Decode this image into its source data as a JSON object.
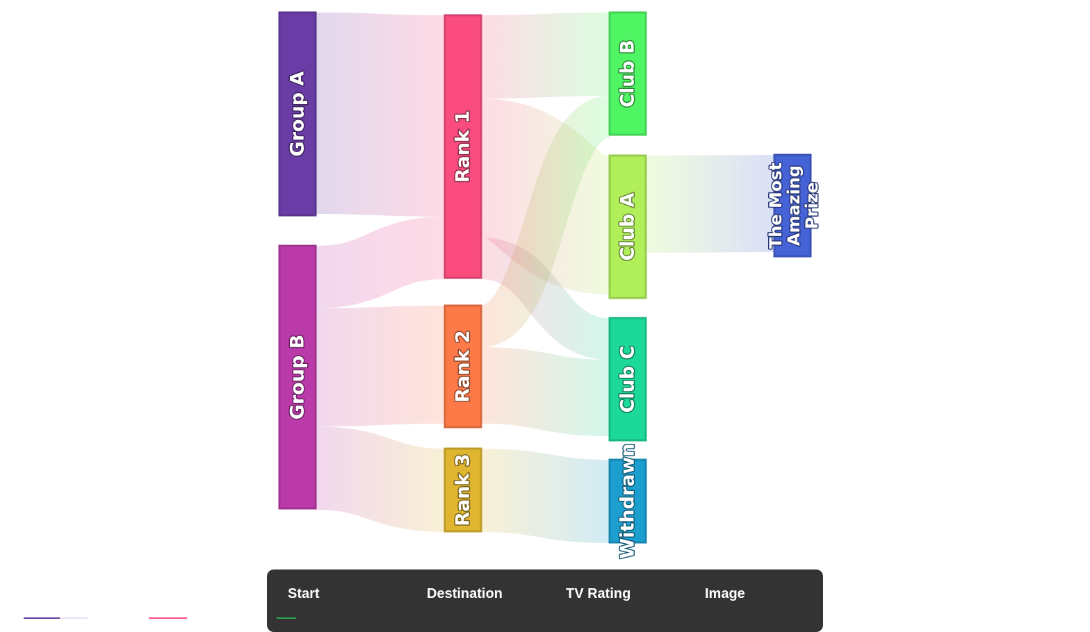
{
  "diagram": {
    "nodes": [
      {
        "id": "group_a",
        "label": "Group A",
        "color": "#6a3ca6",
        "column": 0
      },
      {
        "id": "group_b",
        "label": "Group B",
        "color": "#bb3aa9",
        "column": 0
      },
      {
        "id": "rank1",
        "label": "Rank 1",
        "color": "#fb4c80",
        "column": 1
      },
      {
        "id": "rank2",
        "label": "Rank 2",
        "color": "#fd7a48",
        "column": 1
      },
      {
        "id": "rank3",
        "label": "Rank 3",
        "color": "#e0b530",
        "column": 1
      },
      {
        "id": "club_b",
        "label": "Club B",
        "color": "#4ff563",
        "column": 2
      },
      {
        "id": "club_a",
        "label": "Club A",
        "color": "#b0ef5a",
        "column": 2
      },
      {
        "id": "club_c",
        "label": "Club C",
        "color": "#1cd999",
        "column": 2
      },
      {
        "id": "withdrawn",
        "label": "Withdrawn",
        "color": "#1c9fcf",
        "column": 2
      },
      {
        "id": "prize",
        "label": "The Most Amazing Prize",
        "label_lines": [
          "The Most",
          "Amazing",
          "Prize"
        ],
        "color": "#4562d6",
        "column": 3
      }
    ],
    "links": [
      {
        "source": "group_a",
        "target": "rank1",
        "value": 29
      },
      {
        "source": "group_b",
        "target": "rank1",
        "value": 9
      },
      {
        "source": "group_b",
        "target": "rank2",
        "value": 17
      },
      {
        "source": "group_b",
        "target": "rank3",
        "value": 12
      },
      {
        "source": "rank1",
        "target": "club_b",
        "value": 12
      },
      {
        "source": "rank1",
        "target": "club_a",
        "value": 20
      },
      {
        "source": "rank1",
        "target": "club_c",
        "value": 6
      },
      {
        "source": "rank2",
        "target": "club_b",
        "value": 6
      },
      {
        "source": "rank2",
        "target": "club_c",
        "value": 11
      },
      {
        "source": "rank3",
        "target": "withdrawn",
        "value": 12
      },
      {
        "source": "club_a",
        "target": "prize",
        "value": 14
      }
    ]
  },
  "table": {
    "headers": [
      "Start",
      "Destination",
      "TV Rating",
      "Image"
    ]
  }
}
